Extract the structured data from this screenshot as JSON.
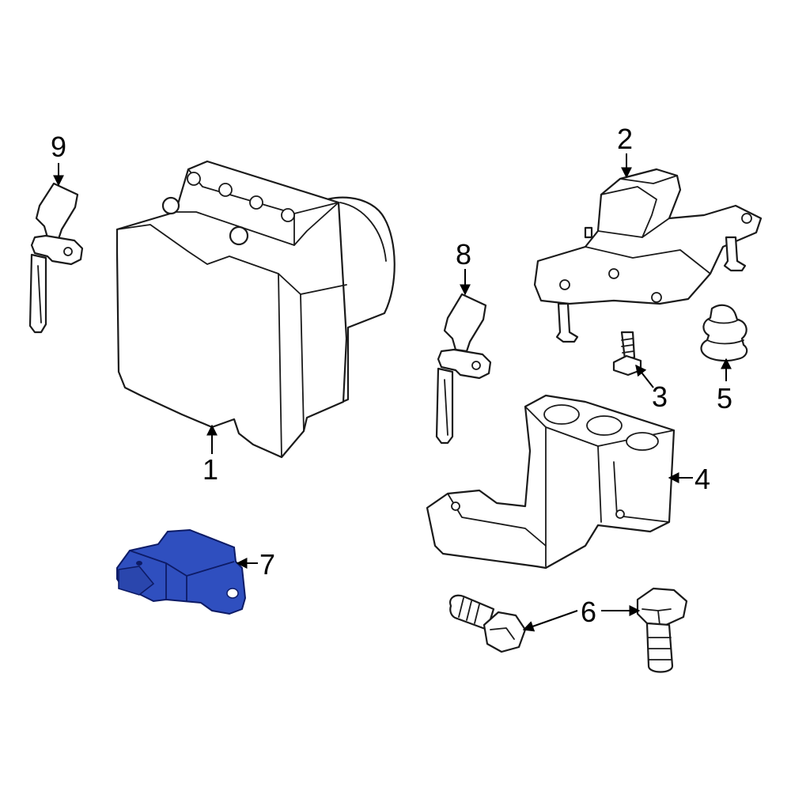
{
  "colors": {
    "line": "#1a1a1a",
    "highlight_fill": "#2f4fbf",
    "highlight_stroke": "#0d1b66",
    "background": "#ffffff"
  },
  "callouts": {
    "c1": "1",
    "c2": "2",
    "c3": "3",
    "c4": "4",
    "c5": "5",
    "c6": "6",
    "c7": "7",
    "c8": "8",
    "c9": "9"
  },
  "highlighted_part": "7"
}
